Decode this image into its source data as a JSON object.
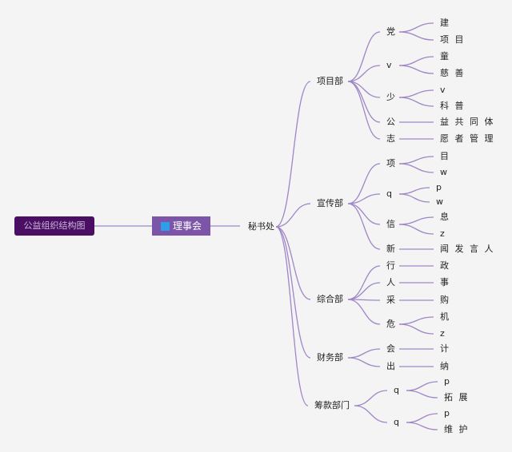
{
  "root": {
    "label": "公益组织结构图"
  },
  "board": {
    "label": "理事会",
    "icon": "blue-square-icon"
  },
  "secretariat": {
    "label": "秘书处"
  },
  "departments": [
    {
      "label": "项目部",
      "groups": [
        {
          "label": "党",
          "items": [
            "建",
            "项 目"
          ]
        },
        {
          "label": "v",
          "items": [
            "童",
            "慈 善"
          ]
        },
        {
          "label": "少",
          "items": [
            "v",
            "科 普"
          ]
        },
        {
          "label": "公",
          "items": [
            "益 共 同 体"
          ]
        },
        {
          "label": "志",
          "items": [
            "愿 者 管 理"
          ]
        }
      ]
    },
    {
      "label": "宣传部",
      "groups": [
        {
          "label": "项",
          "items": [
            "目",
            "w"
          ]
        },
        {
          "label": "q",
          "items": [
            "p",
            "w"
          ]
        },
        {
          "label": "信",
          "items": [
            "息",
            "z"
          ]
        },
        {
          "label": "新",
          "items": [
            "闻 发 言 人"
          ]
        }
      ]
    },
    {
      "label": "综合部",
      "groups": [
        {
          "label": "行",
          "items": [
            "政"
          ]
        },
        {
          "label": "人",
          "items": [
            "事"
          ]
        },
        {
          "label": "采",
          "items": [
            "购"
          ]
        },
        {
          "label": "危",
          "items": [
            "机",
            "z"
          ]
        }
      ]
    },
    {
      "label": "财务部",
      "groups": [
        {
          "label": "会",
          "items": [
            "计"
          ]
        },
        {
          "label": "出",
          "items": [
            "纳"
          ]
        }
      ]
    },
    {
      "label": "筹款部门",
      "groups": [
        {
          "label": "q",
          "items": [
            "p",
            "拓 展"
          ]
        },
        {
          "label": "q",
          "items": [
            "p",
            "维 护"
          ]
        }
      ]
    }
  ]
}
